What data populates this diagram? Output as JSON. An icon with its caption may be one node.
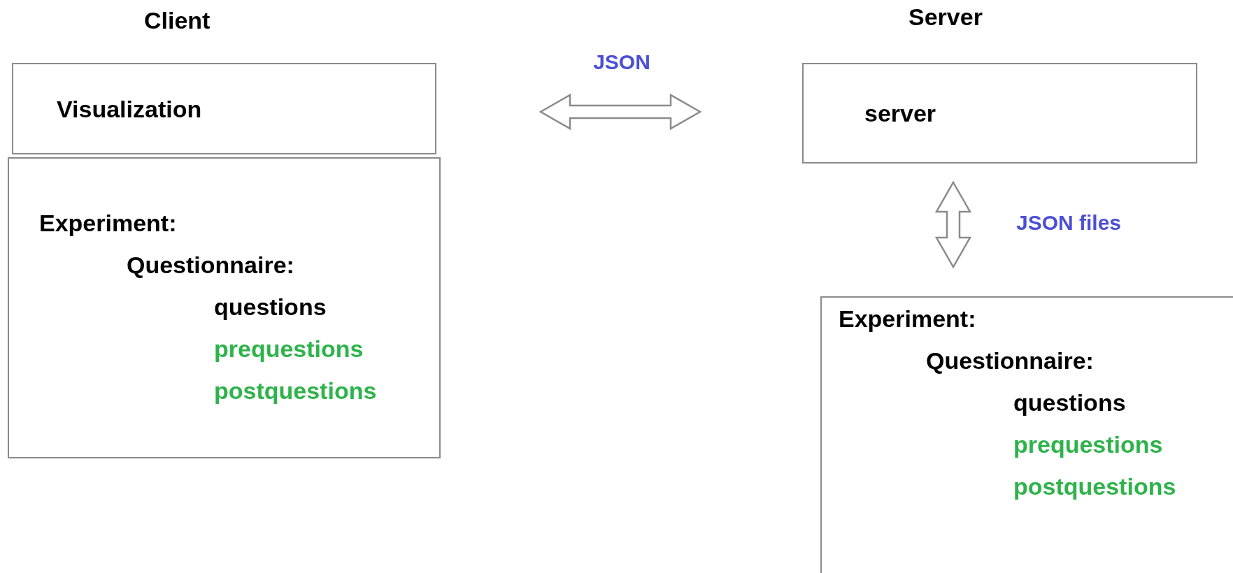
{
  "diagram": {
    "nodes": [
      {
        "text": [
          "Visualization"
        ]
      },
      {
        "text": [
          "Experiment:",
          "Questionnaire:",
          "questions",
          "prequestions",
          "postquestions"
        ]
      },
      {
        "text": [
          "server"
        ]
      },
      {
        "text": [
          "Experiment:",
          "Questionnaire:",
          "questions",
          "prequestions",
          "postquestions"
        ]
      }
    ],
    "edges": [
      {
        "from": 0,
        "to": 2,
        "arrow": "both",
        "label": "JSON"
      },
      {
        "from": 2,
        "to": 3,
        "arrow": "both",
        "label": "JSON files"
      }
    ],
    "labels": [
      "Client",
      "Server"
    ]
  }
}
